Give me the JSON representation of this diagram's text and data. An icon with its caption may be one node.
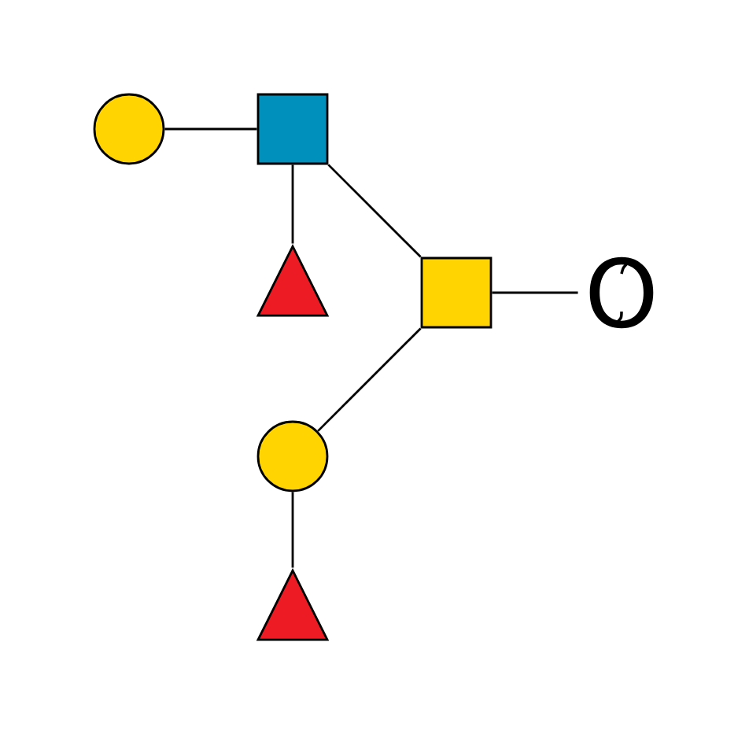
{
  "diagram": {
    "nodes": [
      {
        "text": [],
        "shape": "circle"
      },
      {
        "text": [],
        "shape": "box"
      },
      {
        "text": [],
        "shape": "triangle"
      },
      {
        "text": [],
        "shape": "box"
      },
      {
        "text": [
          "O"
        ]
      },
      {
        "text": [],
        "shape": "circle"
      },
      {
        "text": [],
        "shape": "triangle"
      }
    ],
    "edges": [
      {
        "from": 0,
        "to": 1,
        "arrow": "none"
      },
      {
        "from": 1,
        "to": 2,
        "arrow": "none"
      },
      {
        "from": 1,
        "to": 3,
        "arrow": "none"
      },
      {
        "from": 3,
        "to": 4,
        "arrow": "none"
      },
      {
        "from": 3,
        "to": 5,
        "arrow": "none"
      },
      {
        "from": 5,
        "to": 6,
        "arrow": "none"
      }
    ]
  }
}
